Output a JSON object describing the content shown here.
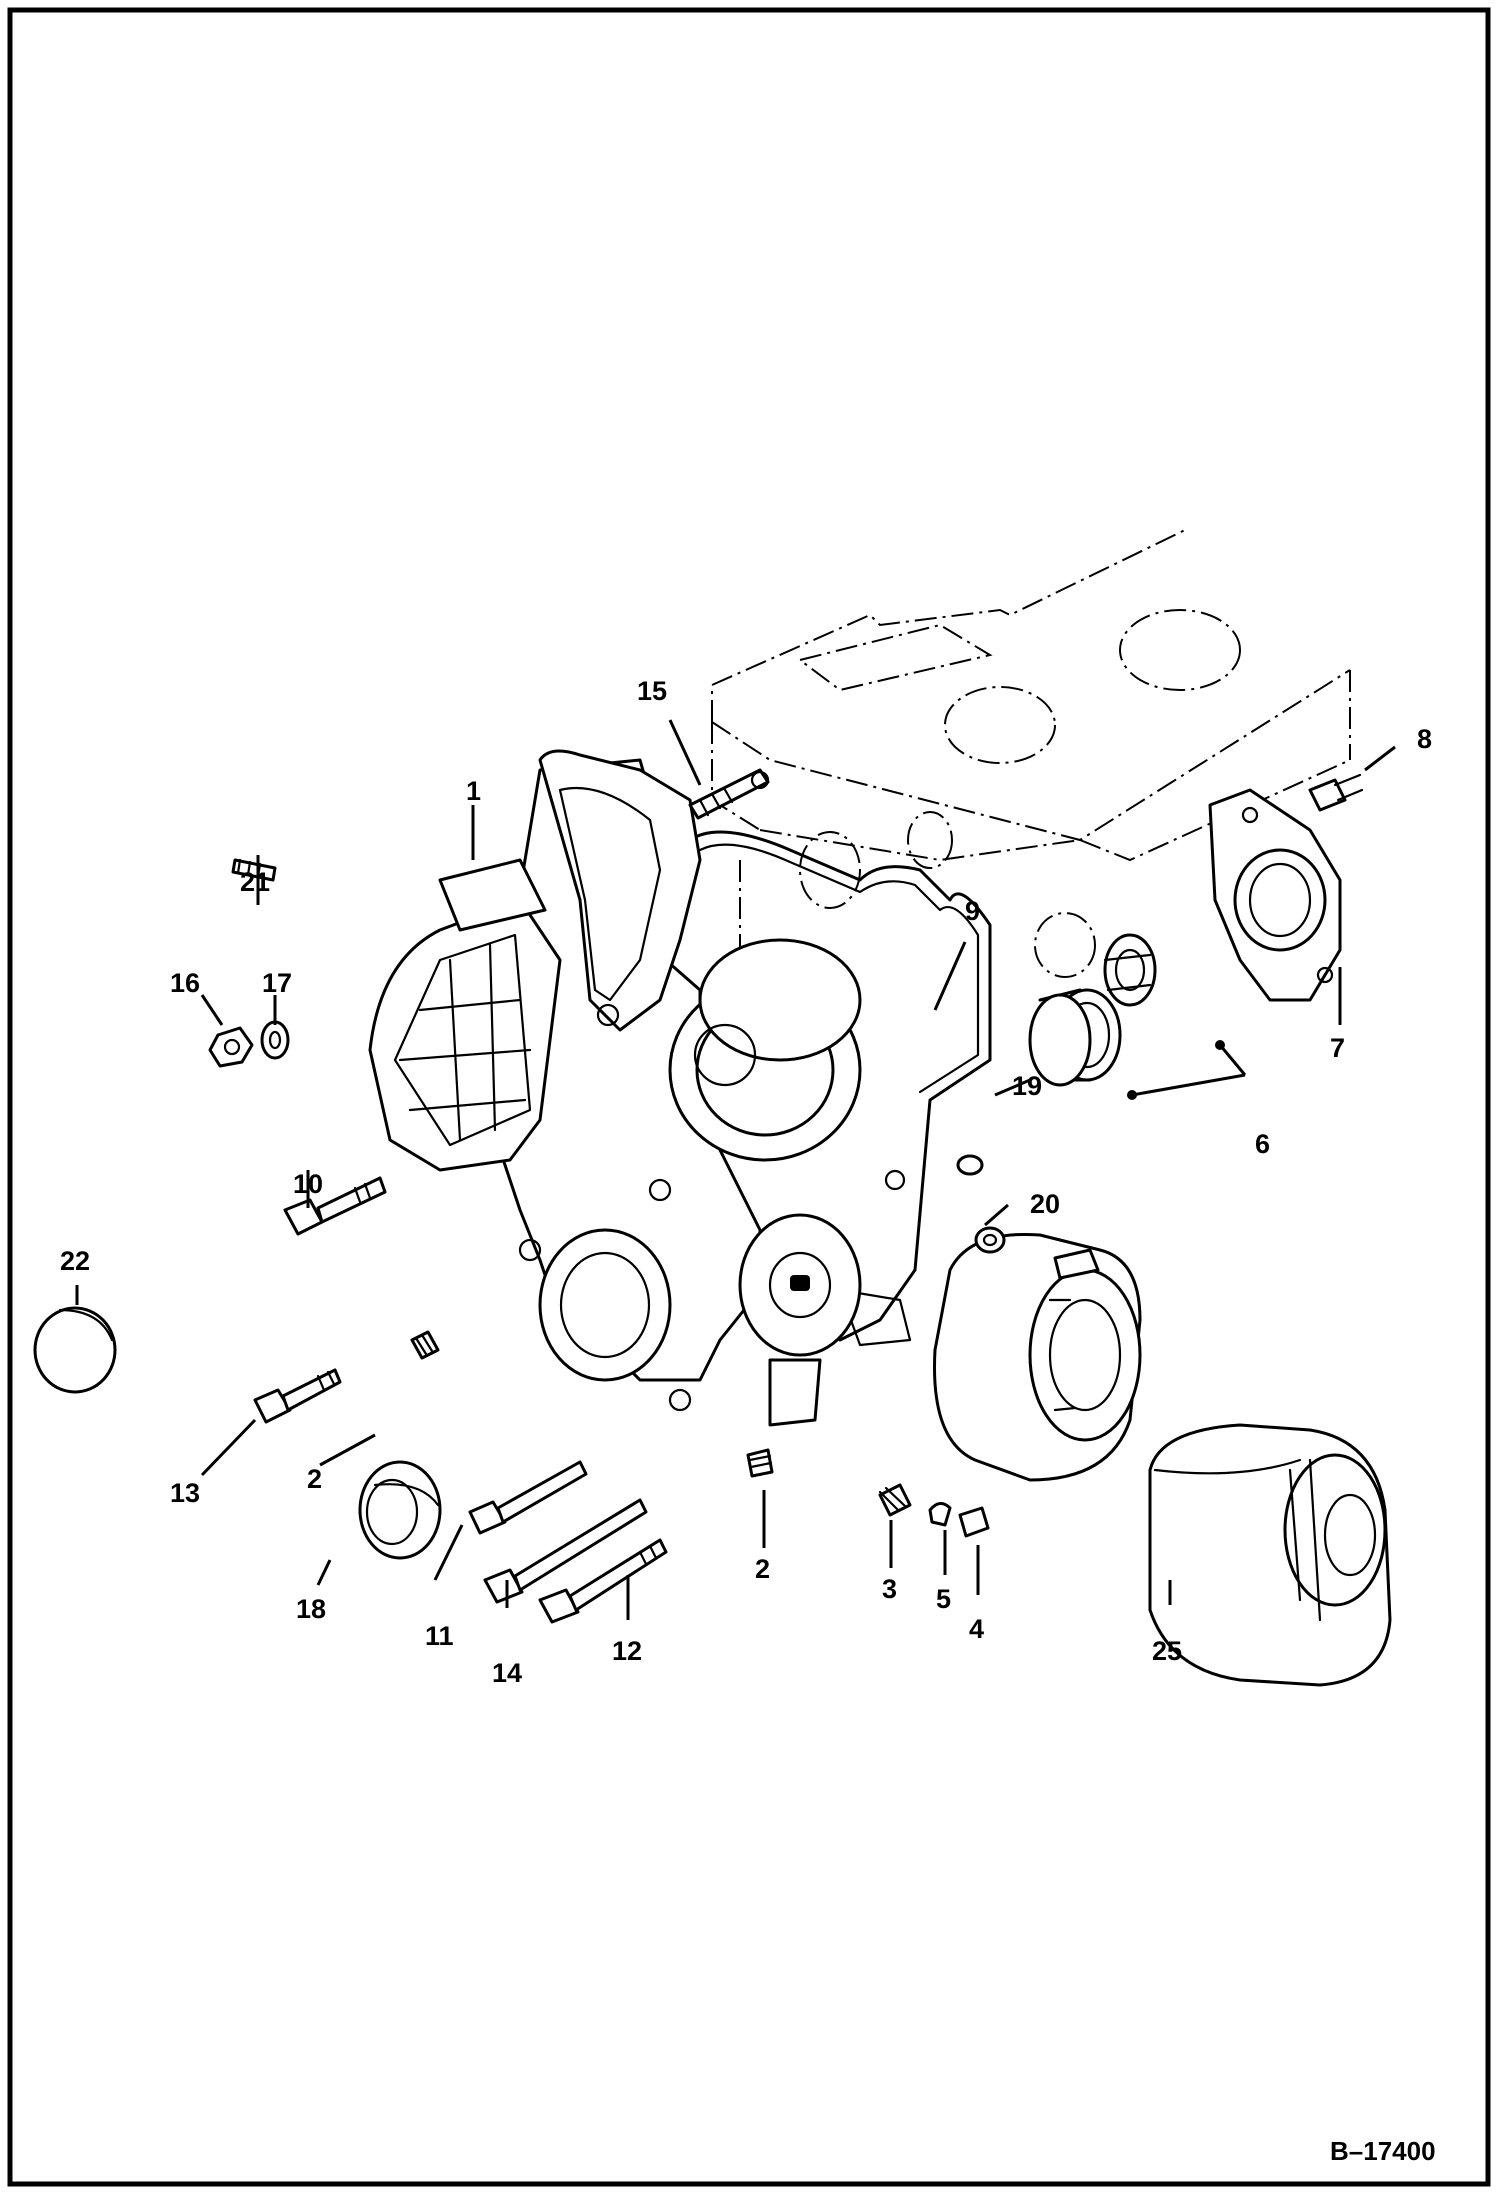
{
  "figure_ref": "B–17400",
  "callouts": {
    "c1": "1",
    "c2a": "2",
    "c2b": "2",
    "c3": "3",
    "c4": "4",
    "c5": "5",
    "c6": "6",
    "c7": "7",
    "c8": "8",
    "c9": "9",
    "c10": "10",
    "c11": "11",
    "c12": "12",
    "c13": "13",
    "c14": "14",
    "c15": "15",
    "c16": "16",
    "c17": "17",
    "c18": "18",
    "c19": "19",
    "c20": "20",
    "c21": "21",
    "c22": "22",
    "c25": "25"
  }
}
